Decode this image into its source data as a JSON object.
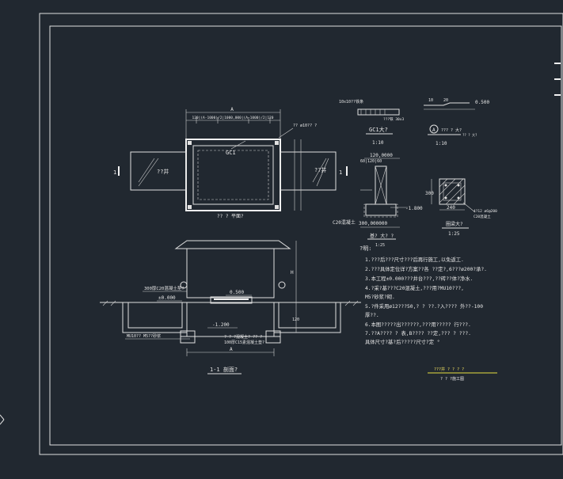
{
  "plan": {
    "dim_total": "A",
    "dim_top": "120|(A-1000)/2|1000,000|(A-1000)/2|120",
    "label_gc1": "GC1",
    "label_hole": "?? ø10?? ?",
    "label_well_left": "??井",
    "label_well_right": "??井",
    "section_mark": "1",
    "title": "?? ? 平面?"
  },
  "gc1_detail": {
    "label_bar": "10x10??铁条",
    "label_side": "???铁 30x3",
    "title": "GC1大?",
    "scale": "1:10"
  },
  "a_detail": {
    "dim1": "10",
    "dim2": "20",
    "dim3": "0.500",
    "title": "??? ? 大?",
    "subtitle": "?? ? 大?",
    "scale": "1:10",
    "circle": "A"
  },
  "foundation": {
    "top_dim": "120,0000",
    "dim_side": "60|120|60",
    "base": "C20混凝土",
    "level": "-1.800",
    "bottom_dim": "300,000000",
    "title": "基? 大? ?",
    "scale": "1:25"
  },
  "col_detail": {
    "dim_h": "300",
    "dim_w": "240",
    "note": "4?12 ø6@200",
    "note2": "C20混凝土",
    "title": "圈梁大?",
    "scale": "1:25"
  },
  "section": {
    "left_note": "300厚C20混凝土垫?",
    "level_0": "±0.000",
    "level_a": "0.500",
    "level_b": "-1.200",
    "dim_right": "H",
    "dim_120": "120",
    "base_left": "MU10?? M5??砂浆",
    "base_mid1": "? ? ?混凝土? ?? ?",
    "base_mid2": "100厚C15素混凝土垫?",
    "dim_bottom": "A",
    "title": "1-1 剖面?"
  },
  "notes": {
    "head": "?明:",
    "items": [
      "1.???后???尺寸???后再行施工,以免返工.",
      "2.???具体定位详?方案??各 ??定?,6???ø200?承?.",
      "3.本工程±0.000???井台???,??砖??体?净水.",
      "4.?采?基???C20混凝土,???用?MU10???,",
      "M5?砂浆?砌.",
      "5.?件采用ø12???50,? ? ??.?入???? 外??-100",
      "厚??.",
      "6.本图?????出??????,???用????? 行???.",
      "7.??A???? ? 表,B???? ??定,??? ? ???.",
      "具体尺寸?基?后?????尺寸?定 °"
    ]
  },
  "title_block": {
    "line1": "???井 ? ? ? ?",
    "line2": "? ? ?施工图"
  }
}
